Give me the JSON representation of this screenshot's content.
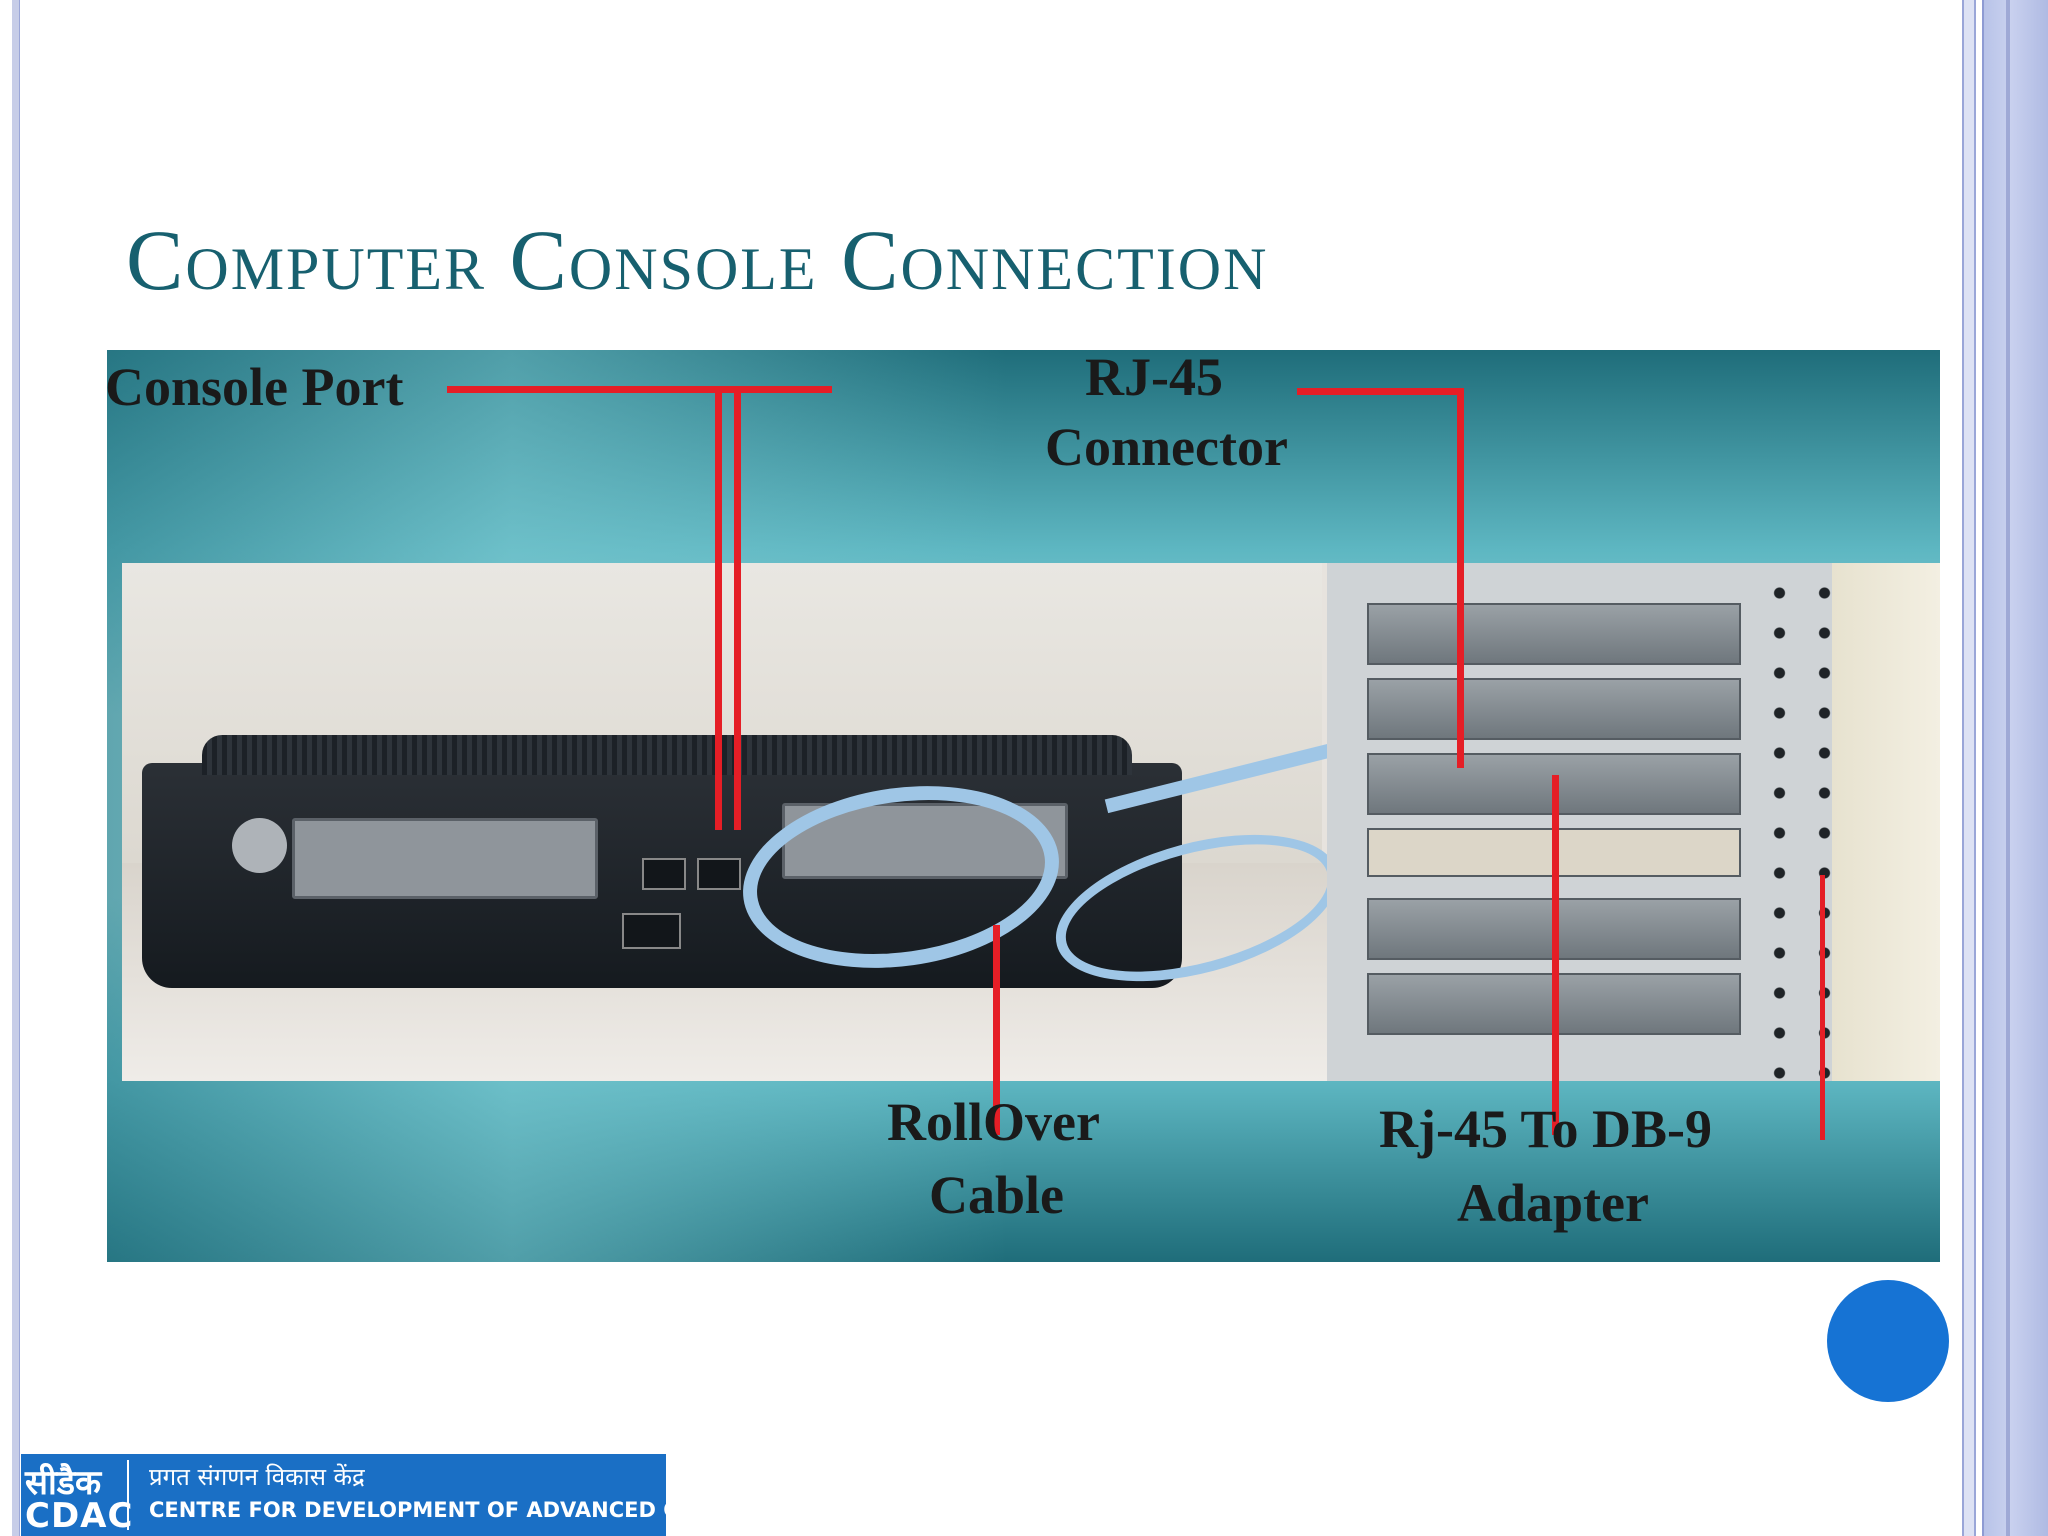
{
  "slide": {
    "title": "Computer Console Connection"
  },
  "callouts": {
    "console_port": "Console Port",
    "rj45_line1": "RJ-45",
    "rj45_line2": "Connector",
    "rollover_line1": "RollOver",
    "rollover_line2": "Cable",
    "adapter_line1": "Rj-45 To DB-9",
    "adapter_line2": "Adapter"
  },
  "footer": {
    "logo_hindi": "सीडैक",
    "logo_english": "CDAC",
    "org_hindi": "प्रगत संगणन विकास केंद्र",
    "org_english": "CENTRE FOR DEVELOPMENT OF ADVANCED COMPUTING"
  },
  "colors": {
    "title": "#17606f",
    "callout_line": "#e51e26",
    "accent_dot": "#1673d4",
    "footer_bg": "#1a6fc5"
  }
}
